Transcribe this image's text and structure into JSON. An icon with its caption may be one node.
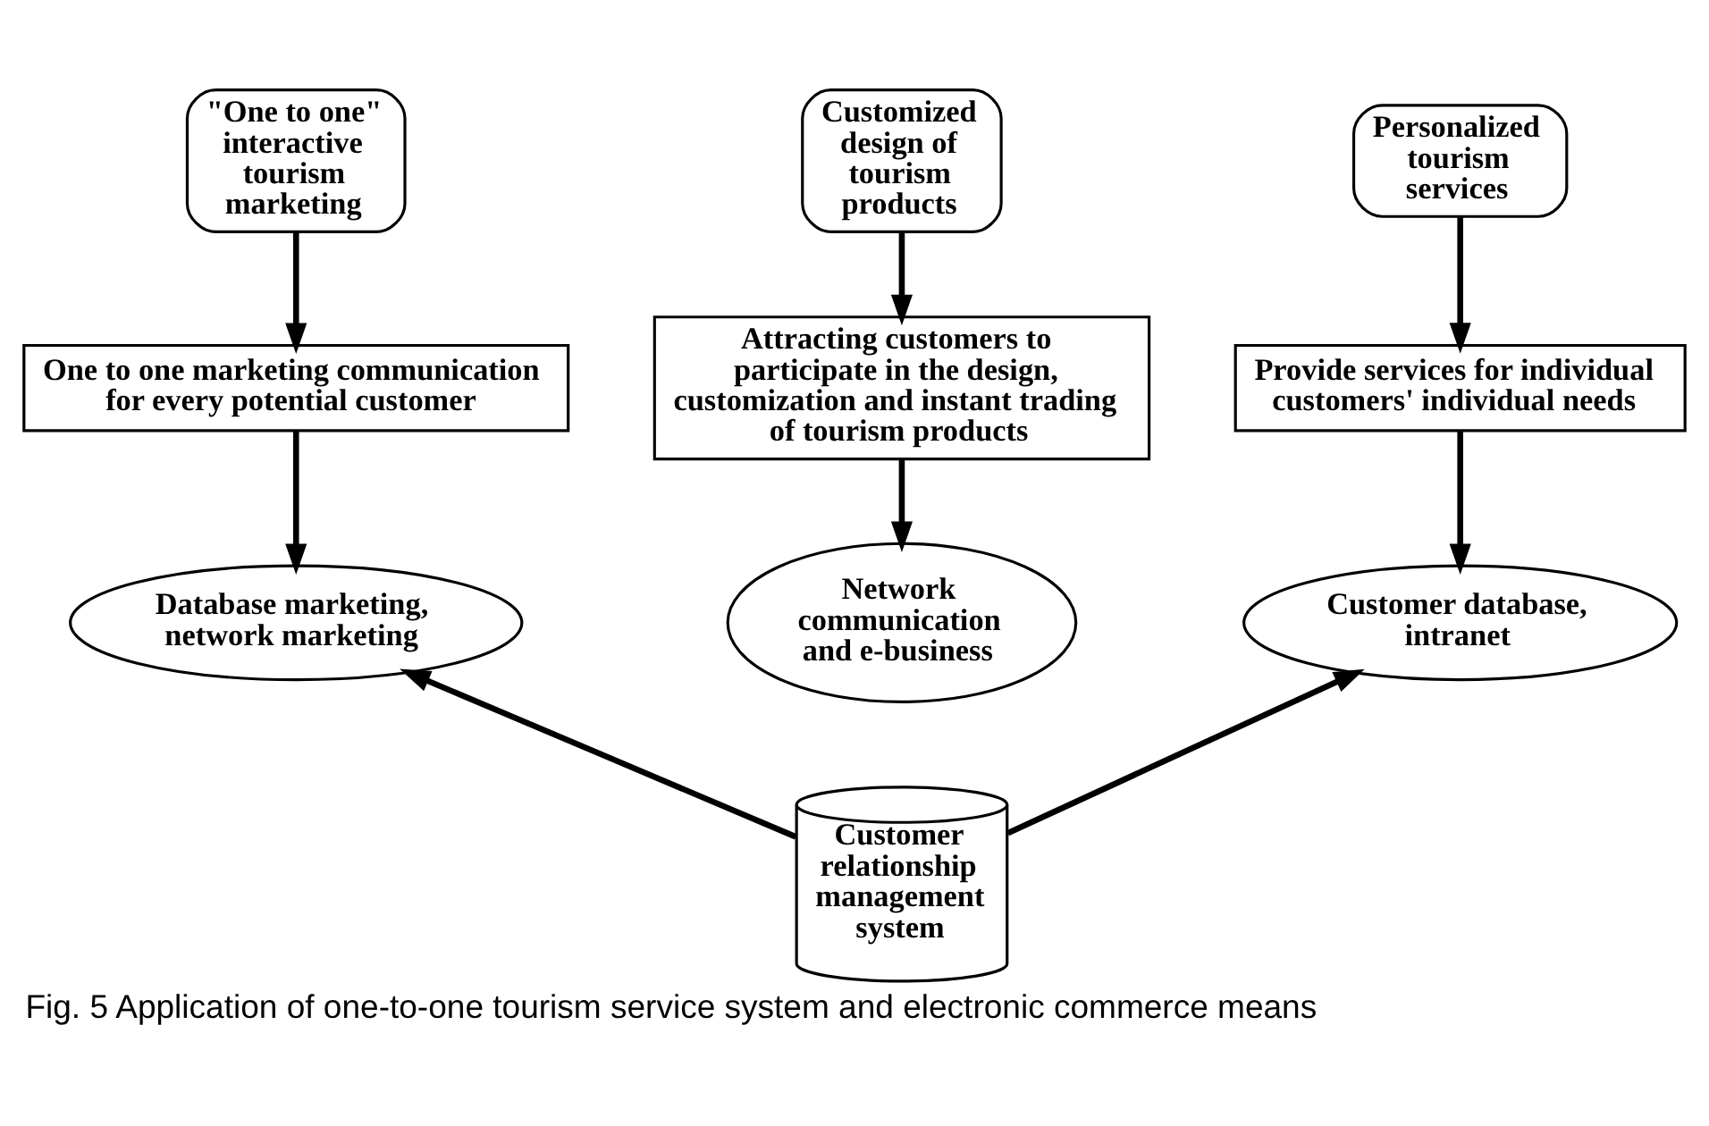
{
  "diagram": {
    "caption": "Fig. 5 Application of one-to-one tourism service system and electronic commerce means",
    "nodes": [
      {
        "text": [
          "\"One to one\" interactive tourism marketing"
        ]
      },
      {
        "text": [
          "Customized design of tourism products"
        ]
      },
      {
        "text": [
          "Personalized tourism services"
        ]
      },
      {
        "text": [
          "One to one marketing communication for every potential customer"
        ]
      },
      {
        "text": [
          "Attracting customers to participate in the design, customization and instant trading of tourism products"
        ]
      },
      {
        "text": [
          "Provide services for individual customers' individual needs"
        ]
      },
      {
        "text": [
          "Database marketing, network marketing"
        ]
      },
      {
        "text": [
          "Network communication and e-business"
        ]
      },
      {
        "text": [
          "Customer database, intranet"
        ]
      },
      {
        "text": [
          "Customer relationship management system"
        ]
      }
    ],
    "edges": [
      {
        "from": 0,
        "to": 3,
        "arrow": "to"
      },
      {
        "from": 3,
        "to": 6,
        "arrow": "to"
      },
      {
        "from": 1,
        "to": 4,
        "arrow": "to"
      },
      {
        "from": 4,
        "to": 7,
        "arrow": "to"
      },
      {
        "from": 2,
        "to": 5,
        "arrow": "to"
      },
      {
        "from": 5,
        "to": 8,
        "arrow": "to"
      },
      {
        "from": 9,
        "to": 6,
        "arrow": "to"
      },
      {
        "from": 9,
        "to": 8,
        "arrow": "to"
      }
    ]
  }
}
